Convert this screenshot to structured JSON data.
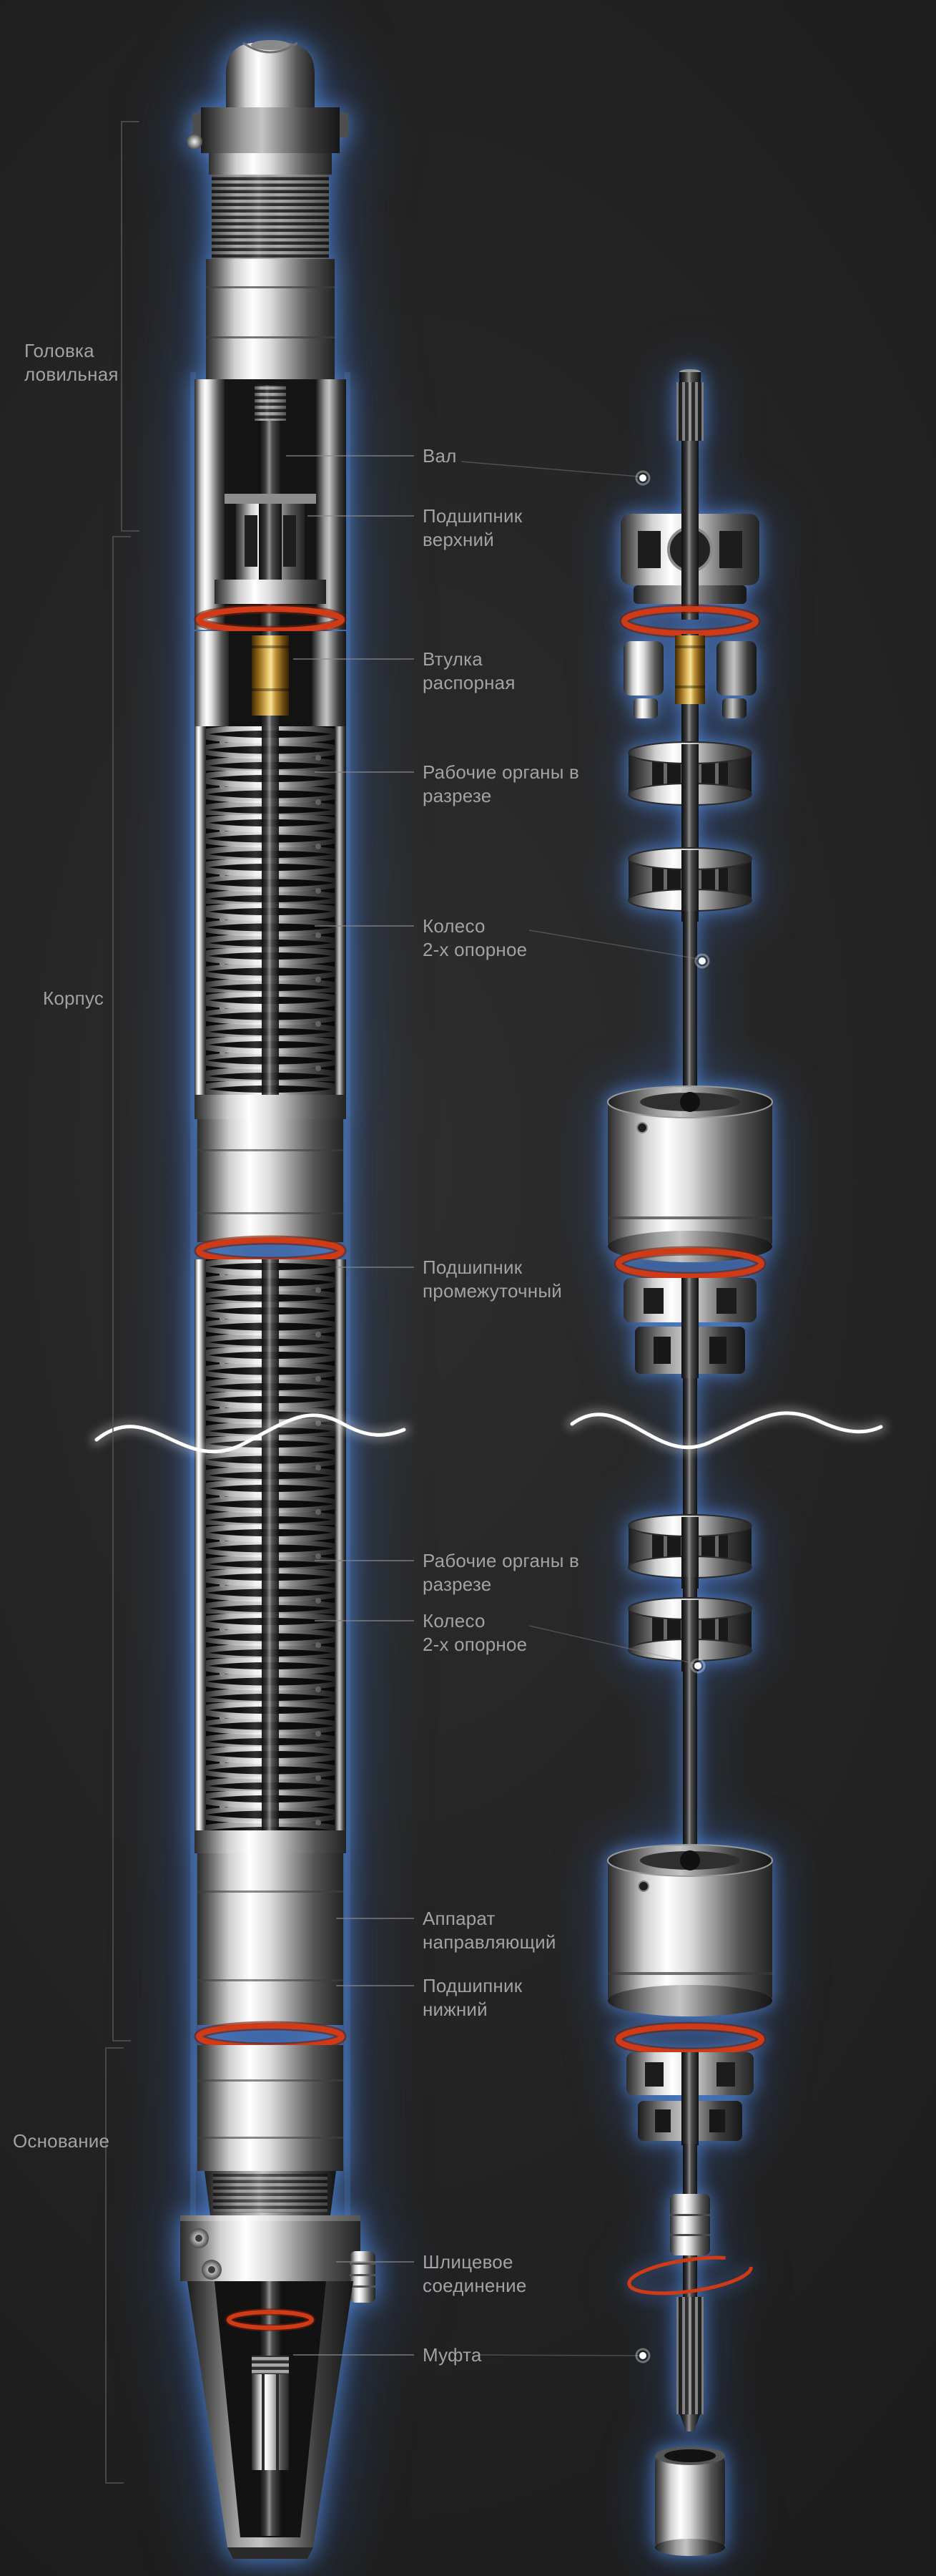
{
  "scene": {
    "background_color": "#242424",
    "glow_color": "#4d86d8",
    "oring_color": "#cf3a17",
    "text_color": "#a2a2a2"
  },
  "labels": {
    "side": [
      {
        "text": "Головка\nловильная"
      },
      {
        "text": "Корпус"
      },
      {
        "text": "Основание"
      }
    ],
    "callouts": [
      {
        "text": "Вал"
      },
      {
        "text": "Подшипник\nверхний"
      },
      {
        "text": "Втулка\nраспорная"
      },
      {
        "text": "Рабочие органы в\nразрезе"
      },
      {
        "text": "Колесо\n2-х опорное"
      },
      {
        "text": "Подшипник\nпромежуточный"
      },
      {
        "text": "Рабочие органы в\nразрезе"
      },
      {
        "text": "Колесо\n2-х опорное"
      },
      {
        "text": "Аппарат\nнаправляющий"
      },
      {
        "text": "Подшипник\nнижний"
      },
      {
        "text": "Шлицевое\nсоединение"
      },
      {
        "text": "Муфта"
      }
    ]
  }
}
